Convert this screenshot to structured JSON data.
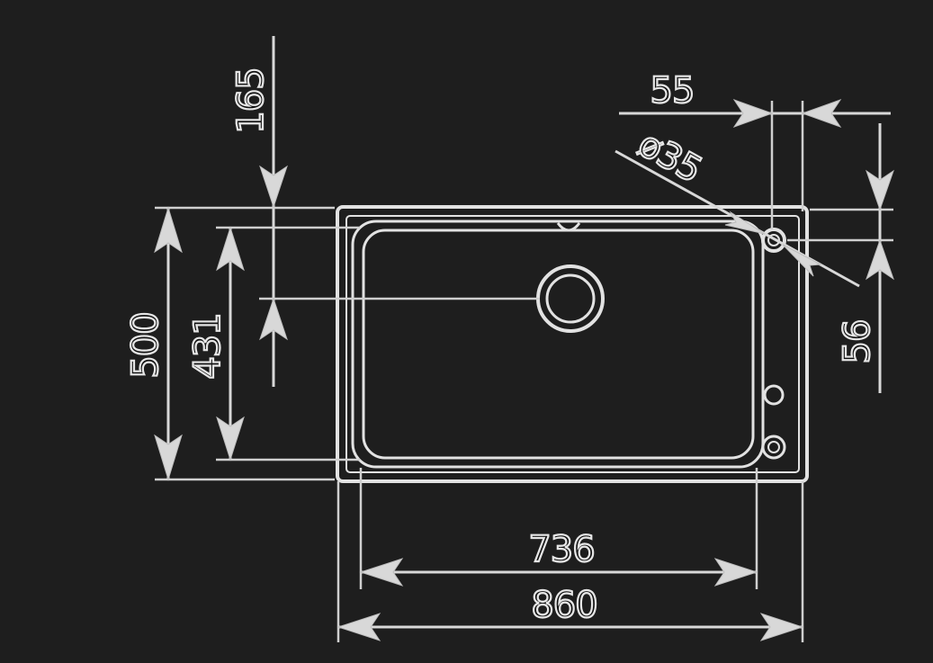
{
  "dimensions": {
    "offset_top_drain": "165",
    "tap_hole_edge": "55",
    "tap_hole_diameter": "ø35",
    "overall_depth": "500",
    "bowl_depth": "431",
    "tap_hole_from_top": "56",
    "bowl_width": "736",
    "overall_width": "860"
  },
  "colors": {
    "background": "#1e1e1e",
    "line": "#d8d8d8"
  }
}
